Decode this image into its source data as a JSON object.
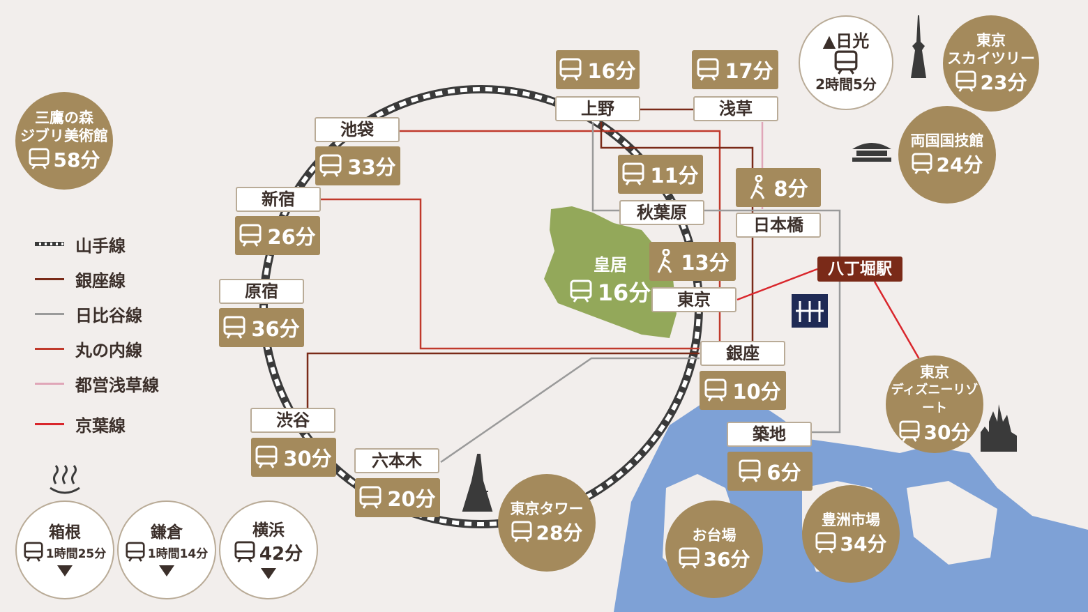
{
  "legend": [
    {
      "label": "山手線",
      "color": "#3a3a3a",
      "style": "yamanote"
    },
    {
      "label": "銀座線",
      "color": "#7a2a18",
      "style": "line"
    },
    {
      "label": "日比谷線",
      "color": "#9a9a9a",
      "style": "line"
    },
    {
      "label": "丸の内線",
      "color": "#c0392b",
      "style": "line"
    },
    {
      "label": "都営浅草線",
      "color": "#e0a6b8",
      "style": "line"
    },
    {
      "label": "京葉線",
      "color": "#d9262c",
      "style": "line"
    }
  ],
  "stations": {
    "ueno": "上野",
    "asakusa": "浅草",
    "ikebukuro": "池袋",
    "shinjuku": "新宿",
    "akihabara": "秋葉原",
    "nihonbashi": "日本橋",
    "harajuku": "原宿",
    "tokyo": "東京",
    "ginza": "銀座",
    "shibuya": "渋谷",
    "roppongi": "六本木",
    "tsukiji": "築地",
    "hatchobori": "八丁堀駅"
  },
  "travel_times": {
    "ueno": "16分",
    "asakusa": "17分",
    "ikebukuro": "33分",
    "akihabara": "11分",
    "nihonbashi": "8分",
    "shinjuku": "26分",
    "tokyo": "13分",
    "harajuku": "36分",
    "ginza": "10分",
    "shibuya": "30分",
    "roppongi": "20分",
    "tsukiji": "6分"
  },
  "palace": {
    "name": "皇居",
    "time": "16分"
  },
  "destinations": {
    "nikko": {
      "name": "▲日光",
      "time": "2時間5分"
    },
    "skytree": {
      "name1": "東京",
      "name2": "スカイツリー",
      "time": "23分"
    },
    "ryogoku": {
      "name": "両国国技館",
      "time": "24分"
    },
    "ghibli": {
      "name1": "三鷹の森",
      "name2": "ジブリ美術館",
      "time": "58分"
    },
    "disney": {
      "name1": "東京",
      "name2": "ディズニーリゾート",
      "time": "30分"
    },
    "tower": {
      "name": "東京タワー",
      "time": "28分"
    },
    "odaiba": {
      "name": "お台場",
      "time": "36分"
    },
    "toyosu": {
      "name": "豊洲市場",
      "time": "34分"
    },
    "hakone": {
      "name": "箱根",
      "time": "1時間25分"
    },
    "kamakura": {
      "name": "鎌倉",
      "time": "1時間14分"
    },
    "yokohama": {
      "name": "横浜",
      "time": "42分"
    }
  },
  "colors": {
    "accent": "#a48a5c",
    "ginza": "#7a2a18",
    "marunouchi": "#c0392b",
    "hibiya": "#9a9a9a",
    "asakusa": "#e0a6b8",
    "keiyo": "#d9262c",
    "palace": "#93a85a",
    "water": "#7ea1d6",
    "background": "#f2eeec"
  },
  "icons": [
    "train-icon",
    "walk-icon",
    "hotel-logo-icon",
    "skytree-icon",
    "tokyo-tower-icon",
    "ryogoku-hall-icon",
    "disney-castle-icon",
    "onsen-icon"
  ]
}
